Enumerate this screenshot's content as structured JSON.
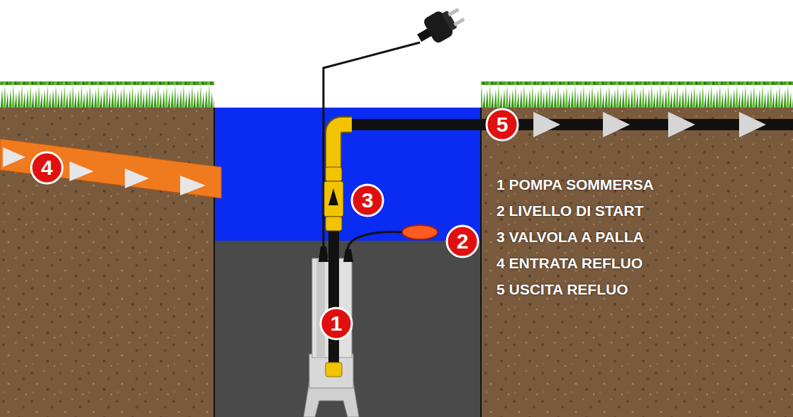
{
  "diagram": {
    "labels": [
      "5",
      "4",
      "3",
      "1 POMPA SOMMERSA",
      "2 LIVELLO DI START",
      "3 VALVOLA A PALLA",
      "4 ENTRATA REFLUO",
      "5 USCITA REFLUO",
      "2",
      "1"
    ]
  }
}
